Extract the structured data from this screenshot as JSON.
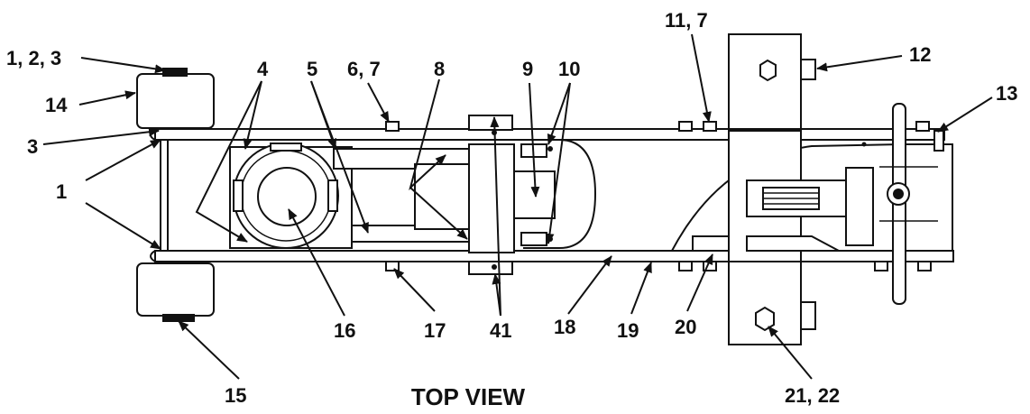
{
  "figure": {
    "title": "TOP VIEW",
    "callouts": {
      "c_1_2_3": "1, 2, 3",
      "c_14": "14",
      "c_3": "3",
      "c_1": "1",
      "c_4": "4",
      "c_5": "5",
      "c_6_7": "6, 7",
      "c_8": "8",
      "c_9": "9",
      "c_10": "10",
      "c_11_7": "11, 7",
      "c_12": "12",
      "c_13": "13",
      "c_15": "15",
      "c_16": "16",
      "c_17": "17",
      "c_41": "41",
      "c_18": "18",
      "c_19": "19",
      "c_20": "20",
      "c_21_22": "21, 22"
    }
  }
}
